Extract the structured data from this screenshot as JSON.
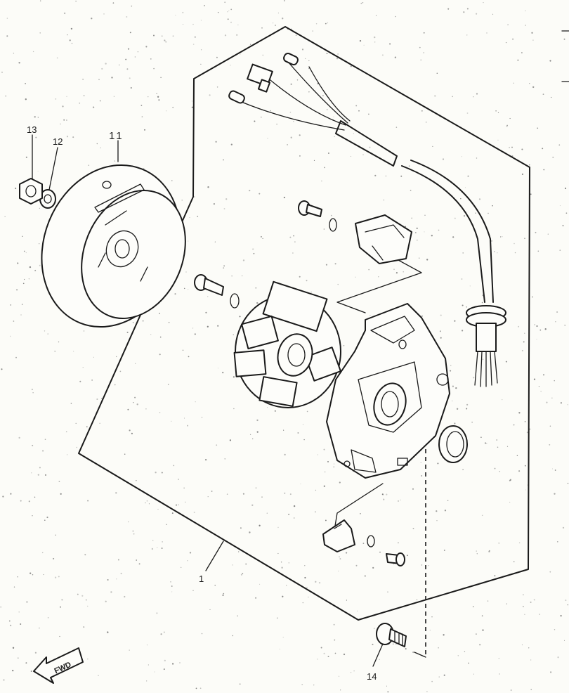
{
  "callouts": {
    "flywheel": "11",
    "washer": "12",
    "nut": "13",
    "bolt": "14",
    "stator_assembly": "1"
  },
  "direction_badge": "FWD"
}
